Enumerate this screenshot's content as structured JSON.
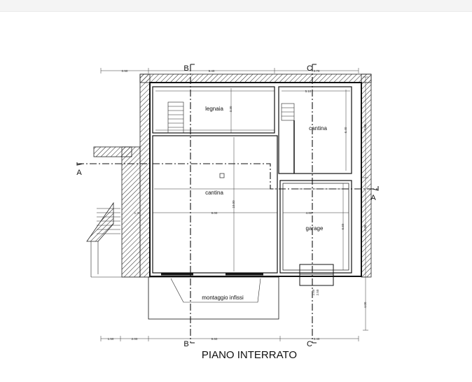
{
  "title": "PIANO INTERRATO",
  "rooms": {
    "legnaia": "legnaia",
    "cantina_small": "cantina",
    "cantina_main": "cantina",
    "garage": "garage"
  },
  "note": "montaggio infissi",
  "sections": {
    "a_left": "A",
    "a_right": "A",
    "b_top": "B",
    "b_bottom": "B",
    "c_top": "C",
    "c_bottom": "C"
  },
  "dimensions": {
    "top_left": "0.50",
    "top_mid": "9.40",
    "top_right": "3.70",
    "cantina_w": "5.10",
    "legnaia_h": "3.30",
    "cantina_h": "6.40",
    "main_h": "10.00",
    "main_w": "9.00",
    "stair_w": "1.30",
    "garage_w": "4.80",
    "garage_h": "6.60",
    "right_upper": "7.00",
    "right_lower": "7.20",
    "right_bottom": "4.00",
    "bottom_left1": "1.50",
    "bottom_left2": "2.00",
    "bottom_mid": "9.60",
    "bottom_right": "3.40",
    "garage_door_a": "2.50",
    "garage_door_b": "2.50"
  }
}
